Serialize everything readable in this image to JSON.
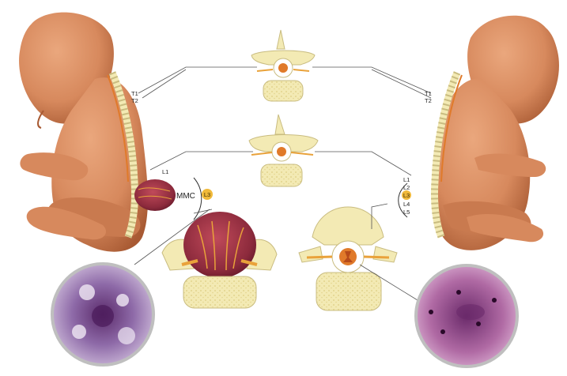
{
  "left_fetus": {
    "labels": {
      "t1": "T1",
      "t2": "T2",
      "l1": "L1",
      "mmc": "MMC",
      "l3": "L3"
    }
  },
  "right_fetus": {
    "labels": {
      "t1": "T1",
      "t2": "T2",
      "l1": "L1",
      "l2": "L2",
      "l3": "L3",
      "l4": "L4",
      "l5": "L5"
    }
  },
  "colors": {
    "skin": "#d7895d",
    "skin_dark": "#a85a33",
    "bone": "#f3eab4",
    "bone_outline": "#c9bc80",
    "nerve": "#e9a23a",
    "cord": "#e07a2a",
    "mmc_sac": "#8c2a3c",
    "badge": "#f0b93a",
    "stain_left": "#7a4a8a",
    "stain_right": "#9a4a88"
  }
}
